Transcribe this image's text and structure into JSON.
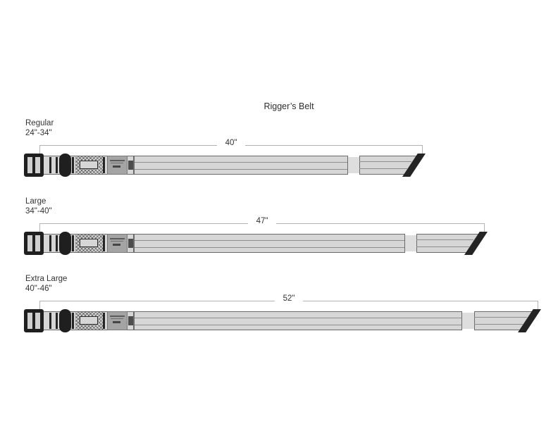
{
  "title": "Rigger’s Belt",
  "belts": [
    {
      "name": "Regular",
      "waist_range": "24\"-34\"",
      "belt_length": "40\""
    },
    {
      "name": "Large",
      "waist_range": "34\"-40\"",
      "belt_length": "47\""
    },
    {
      "name": "Extra Large",
      "waist_range": "40\"-46\"",
      "belt_length": "52\""
    }
  ],
  "colors": {
    "background": "#ffffff",
    "text": "#333333",
    "belt_fill": "#d6d6d6",
    "belt_outline": "#6b6b6b",
    "stitch_line": "#8f8f8f",
    "hardware_black": "#1f1f1f",
    "label_patch": "#a4a4a4",
    "dim_line": "#b3b3b3"
  }
}
